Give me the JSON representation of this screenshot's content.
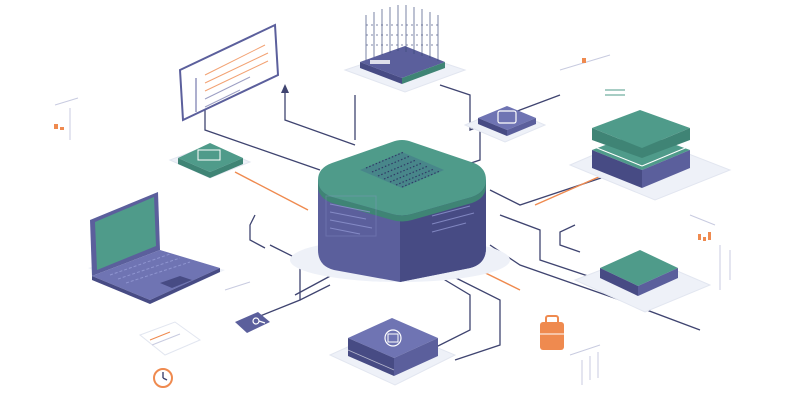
{
  "illustration": {
    "description_kind": "isometric network infrastructure illustration",
    "colors": {
      "background": "#ffffff",
      "platform": "#eef1f8",
      "platform_edge": "#e2e6f0",
      "teal": "#4f9b8a",
      "teal_dark": "#3f8475",
      "indigo": "#5b5f9c",
      "indigo_dark": "#474b84",
      "indigo_light": "#6f74b3",
      "line": "#3f4470",
      "accent_orange": "#ef8a4f",
      "grid_dots": "#3d4a7a"
    },
    "elements": [
      "central-server",
      "wireframe-rack",
      "laptop",
      "browser-panel",
      "small-teal-module",
      "router-chip",
      "teal-stack-right",
      "teal-box-right",
      "indigo-box-bottom",
      "lock-tile",
      "briefcase-icon",
      "alarm-clock-icon",
      "small-card",
      "ui-fragments"
    ]
  }
}
